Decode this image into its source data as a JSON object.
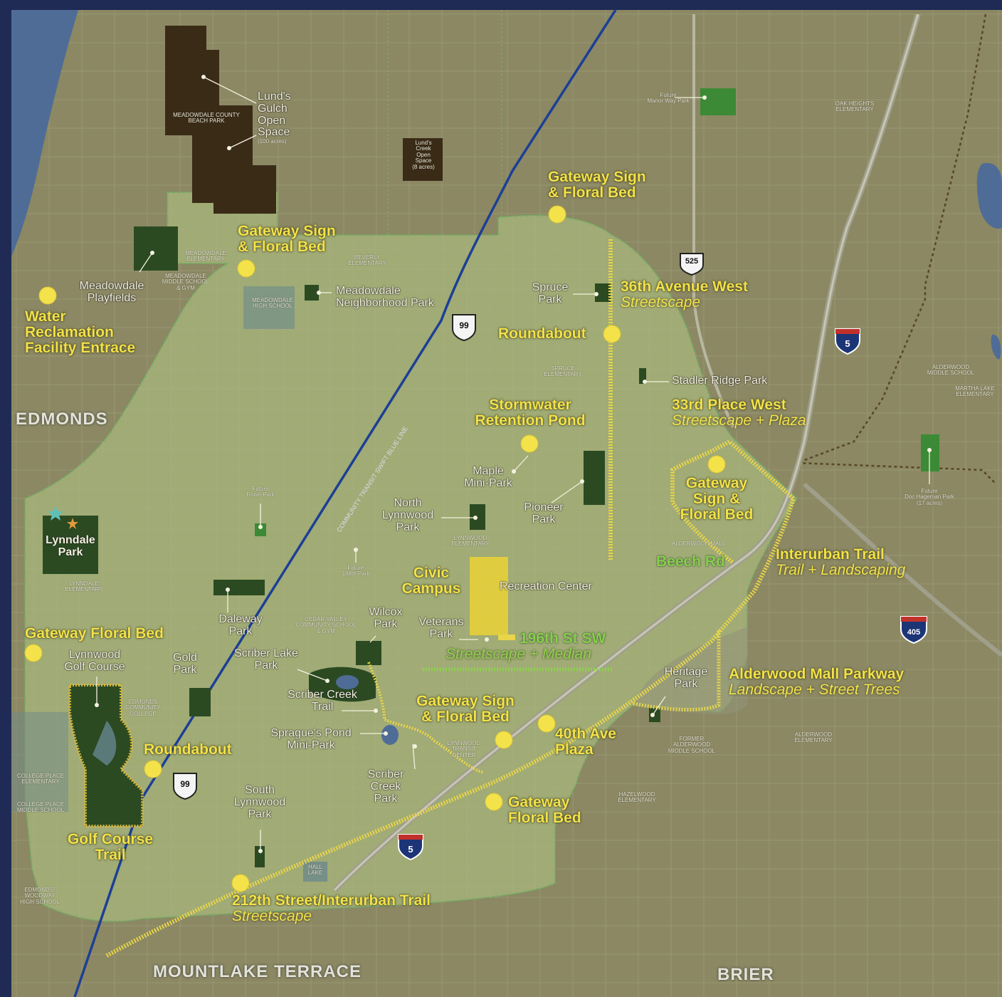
{
  "cities": {
    "edmonds": "EDMONDS",
    "mountlake_terrace": "MOUNTLAKE TERRACE",
    "brier": "BRIER"
  },
  "projects": {
    "water_reclamation": [
      "Water",
      "Reclamation",
      "Facility Entrace"
    ],
    "gateway_meadowdale": [
      "Gateway Sign",
      "& Floral Bed"
    ],
    "gateway_north": [
      "Gateway Sign",
      "& Floral Bed"
    ],
    "ave36_title": "36th Avenue West",
    "ave36_sub": "Streetscape",
    "roundabout_north": "Roundabout",
    "stormwater": [
      "Stormwater",
      "Retention Pond"
    ],
    "place33_title": "33rd Place West",
    "place33_sub": "Streetscape + Plaza",
    "gateway_alderwood": [
      "Gateway",
      "Sign &",
      "Floral Bed"
    ],
    "beech_rd": "Beech Rd",
    "interurban_title": "Interurban Trail",
    "interurban_sub": "Trail + Landscaping",
    "civic_campus": [
      "Civic",
      "Campus"
    ],
    "st196_title": "196th St SW",
    "st196_sub": "Streetscape + Median",
    "gateway_floral_west": "Gateway Floral Bed",
    "alderwood_mall_title": "Alderwood Mall Parkway",
    "alderwood_mall_sub": "Landscape + Street Trees",
    "gateway_south_central": [
      "Gateway Sign",
      "& Floral Bed"
    ],
    "ave40": [
      "40th Ave",
      "Plaza"
    ],
    "roundabout_south": "Roundabout",
    "gateway_floral_south": [
      "Gateway",
      "Floral Bed"
    ],
    "golf_trail": [
      "Golf Course",
      "Trail"
    ],
    "st212_title": "212th Street/Interurban Trail",
    "st212_sub": "Streetscape"
  },
  "parks": {
    "lunds_gulch": [
      "Lund's",
      "Gulch",
      "Open",
      "Space"
    ],
    "lunds_gulch_acres": "(100 acres)",
    "meadowdale_beach": [
      "MEADOWDALE COUNTY",
      "BEACH PARK"
    ],
    "lunds_creek": [
      "Lund's",
      "Creek",
      "Open",
      "Space",
      "(8 acres)"
    ],
    "meadowdale_playfields": [
      "Meadowdale",
      "Playfields"
    ],
    "meadowdale_neighborhood": [
      "Meadowdale",
      "Neighborhood Park"
    ],
    "spruce_park": [
      "Spruce",
      "Park"
    ],
    "stadler_ridge": "Stadler Ridge Park",
    "maple_mini": [
      "Maple",
      "Mini-Park"
    ],
    "pioneer": [
      "Pioneer",
      "Park"
    ],
    "north_lynnwood": [
      "North",
      "Lynnwood",
      "Park"
    ],
    "lynndale": [
      "Lynndale",
      "Park"
    ],
    "recreation_center": "Recreation Center",
    "veterans": [
      "Veterans",
      "Park"
    ],
    "wilcox": [
      "Wilcox",
      "Park"
    ],
    "daleway": [
      "Daleway",
      "Park"
    ],
    "lynnwood_golf": [
      "Lynnwood",
      "Golf Course"
    ],
    "gold_park": [
      "Gold",
      "Park"
    ],
    "scriber_lake": [
      "Scriber Lake",
      "Park"
    ],
    "scriber_creek_trail": [
      "Scriber Creek",
      "Trail"
    ],
    "spragues_pond": [
      "Sprague's Pond",
      "Mini-Park"
    ],
    "scriber_creek_park": [
      "Scriber",
      "Creek",
      "Park"
    ],
    "heritage": [
      "Heritage",
      "Park"
    ],
    "south_lynnwood": [
      "South",
      "Lynnwood",
      "Park"
    ]
  },
  "small_labels": {
    "future_manor_way": [
      "Future",
      "Manor Way Park"
    ],
    "future_rowe": [
      "Future",
      "Rowe Park"
    ],
    "future_188th": [
      "Future",
      "188th Park"
    ],
    "future_doc_hageman": [
      "Future",
      "Doc Hageman Park",
      "(17 acres)"
    ],
    "oak_heights": [
      "OAK HEIGHTS",
      "ELEMENTARY"
    ],
    "meadowdale_elem": [
      "MEADOWDALE",
      "ELEMENTARY"
    ],
    "meadowdale_middle": [
      "MEADOWDALE",
      "MIDDLE SCHOOL",
      "& GYM"
    ],
    "meadowdale_high": [
      "MEADOWDALE",
      "HIGH SCHOOL"
    ],
    "beverly_elem": [
      "BEVERLY",
      "ELEMENTARY"
    ],
    "spruce_elem": [
      "SPRUCE",
      "ELEMENTARY"
    ],
    "alderwood_middle": [
      "ALDERWOOD",
      "MIDDLE SCHOOL"
    ],
    "martha_lake": [
      "MARTHA LAKE",
      "ELEMENTARY"
    ],
    "lynnwood_elem": [
      "LYNNWOOD",
      "ELEMENTARY"
    ],
    "alderwood_mall": "ALDERWOOD MALL",
    "lynndale_elem": [
      "LYNNDALE",
      "ELEMENTARY"
    ],
    "cedar_valley": [
      "CEDAR VALLEY",
      "COMMUNITY SCHOOL",
      "& GYM"
    ],
    "edmonds_cc": [
      "EDMONDS",
      "COMMUNITY",
      "COLLEGE"
    ],
    "lynnwood_transit": [
      "LYNNWOOD",
      "TRANSIT",
      "CENTER"
    ],
    "former_alderwood": [
      "FORMER",
      "ALDERWOOD",
      "MIDDLE SCHOOL"
    ],
    "alderwood_elem": [
      "ALDERWOOD",
      "ELEMENTARY"
    ],
    "hazelwood": [
      "HAZELWOOD",
      "ELEMENTARY"
    ],
    "college_place_elem": [
      "COLLEGE PLACE",
      "ELEMENTARY"
    ],
    "college_place_middle": [
      "COLLEGE PLACE",
      "MIDDLE SCHOOL"
    ],
    "hall_lake": [
      "HALL",
      "LAKE"
    ],
    "edmonds_woodway": [
      "EDMONDS-WOODWAY",
      "HIGH SCHOOL"
    ],
    "transit_line": "COMMUNITY TRANSIT SWIFT BLUE LINE"
  },
  "shields": {
    "sr525": "525",
    "sr99_north": "99",
    "sr99_south": "99",
    "i5_north": "5",
    "i5_south": "5",
    "i405": "405"
  },
  "colors": {
    "frame": "#1f2b55",
    "land": "#8d8a65",
    "city": "#a2ad76",
    "water": "#4e6c96",
    "project": "#f3e24a",
    "transit": "#1c3f96",
    "park_green": "#2b4a22",
    "open_space": "#3a2b17"
  }
}
